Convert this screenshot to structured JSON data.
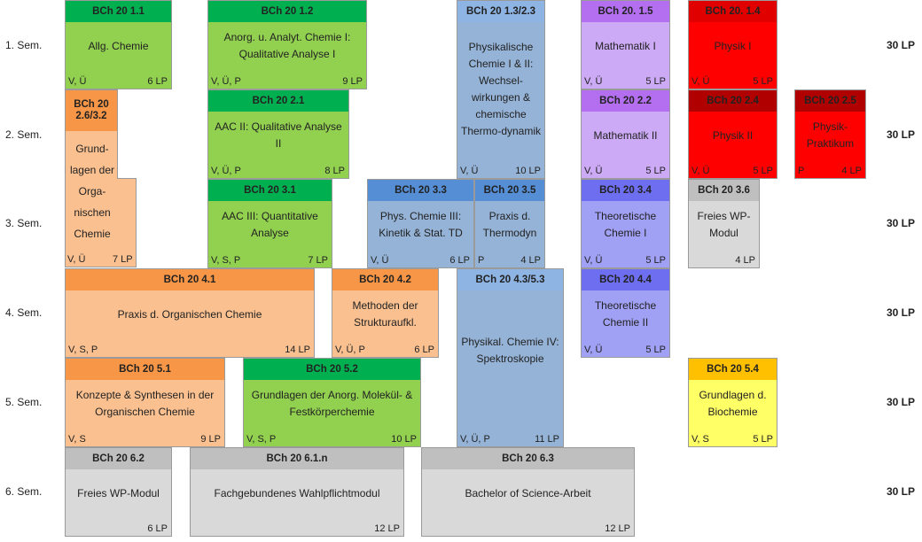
{
  "semesters": [
    {
      "label": "1. Sem.",
      "lp": "30 LP"
    },
    {
      "label": "2. Sem.",
      "lp": "30 LP"
    },
    {
      "label": "3. Sem.",
      "lp": "30 LP"
    },
    {
      "label": "4. Sem.",
      "lp": "30 LP"
    },
    {
      "label": "5. Sem.",
      "lp": "30 LP"
    },
    {
      "label": "6. Sem.",
      "lp": "30 LP"
    }
  ],
  "colors": {
    "green_header": "#00b050",
    "green_body": "#92d050",
    "blue_header": "#8db4e2",
    "blue_body": "#95b3d7",
    "blue_dark_header": "#558ed5",
    "purple_header": "#b36ff0",
    "purple_body": "#ccaaf5",
    "violet_header": "#6e6ef0",
    "violet_body": "#a0a0f5",
    "red_header": "#e00000",
    "red_body": "#ff0000",
    "darkred_header": "#b00000",
    "orange_header": "#f79646",
    "orange_body": "#fac090",
    "yellow_header": "#ffc000",
    "yellow_body": "#ffff66",
    "gray_header": "#bfbfbf",
    "gray_body": "#d9d9d9"
  },
  "modules": {
    "m11": {
      "code": "BCh 20 1.1",
      "title": "Allg. Chemie",
      "type": "V, Ü",
      "credits": "6 LP"
    },
    "m12": {
      "code": "BCh 20 1.2",
      "title": "Anorg. u. Analyt. Chemie I: Qualitative Analyse I",
      "type": "V, Ü, P",
      "credits": "9 LP"
    },
    "m13": {
      "code": "BCh 20 1.3/2.3",
      "title": "Physikalische Chemie I & II: Wechsel-wirkungen & chemische Thermo-dynamik",
      "type": "V, Ü",
      "credits": "10 LP"
    },
    "m15": {
      "code": "BCh 20. 1.5",
      "title": "Mathematik I",
      "type": "V, Ü",
      "credits": "5 LP"
    },
    "m14": {
      "code": "BCh 20. 1.4",
      "title": "Physik I",
      "type": "V, Ü",
      "credits": "5 LP"
    },
    "m26": {
      "code": "BCh 20 2.6/3.2",
      "title": "Grund-lagen der Orga-nischen Chemie",
      "type": "V, Ü",
      "credits": "7 LP"
    },
    "m21": {
      "code": "BCh 20 2.1",
      "title": "AAC II: Qualitative Analyse II",
      "type": "V, Ü, P",
      "credits": "8 LP"
    },
    "m22": {
      "code": "BCh 20 2.2",
      "title": "Mathematik II",
      "type": "V, Ü",
      "credits": "5 LP"
    },
    "m24": {
      "code": "BCh 20 2.4",
      "title": "Physik II",
      "type": "V, Ü",
      "credits": "5 LP"
    },
    "m25": {
      "code": "BCh 20 2.5",
      "title": "Physik-Praktikum",
      "type": "P",
      "credits": "4 LP"
    },
    "m31": {
      "code": "BCh 20 3.1",
      "title": "AAC III: Quantitative Analyse",
      "type": "V, S, P",
      "credits": "7 LP"
    },
    "m33": {
      "code": "BCh 20 3.3",
      "title": "Phys. Chemie III: Kinetik & Stat. TD",
      "type": "V, Ü",
      "credits": "6 LP"
    },
    "m35": {
      "code": "BCh 20 3.5",
      "title": "Praxis d. Thermodyn",
      "type": "P",
      "credits": "4 LP"
    },
    "m34": {
      "code": "BCh 20 3.4",
      "title": "Theoretische Chemie I",
      "type": "V, Ü",
      "credits": "5 LP"
    },
    "m36": {
      "code": "BCh 20 3.6",
      "title": "Freies WP-Modul",
      "type": "",
      "credits": "4 LP"
    },
    "m41": {
      "code": "BCh 20 4.1",
      "title": "Praxis d. Organischen Chemie",
      "type": "V, S, P",
      "credits": "14 LP"
    },
    "m42": {
      "code": "BCh 20 4.2",
      "title": "Methoden der Strukturaufkl.",
      "type": "V, Ü, P",
      "credits": "6 LP"
    },
    "m43": {
      "code": "BCh 20 4.3/5.3",
      "title": "Physikal. Chemie IV: Spektroskopie",
      "type": "V, Ü, P",
      "credits": "11 LP"
    },
    "m44": {
      "code": "BCh 20 4.4",
      "title": "Theoretische Chemie II",
      "type": "V, Ü",
      "credits": "5 LP"
    },
    "m51": {
      "code": "BCh 20 5.1",
      "title": "Konzepte & Synthesen in der Organischen Chemie",
      "type": "V, S",
      "credits": "9 LP"
    },
    "m52": {
      "code": "BCh 20 5.2",
      "title": "Grundlagen der Anorg. Molekül- & Festkörperchemie",
      "type": "V, S, P",
      "credits": "10 LP"
    },
    "m54": {
      "code": "BCh 20 5.4",
      "title": "Grundlagen d. Biochemie",
      "type": "V, S",
      "credits": "5 LP"
    },
    "m62": {
      "code": "BCh 20 6.2",
      "title": "Freies WP-Modul",
      "type": "",
      "credits": "6 LP"
    },
    "m61": {
      "code": "BCh 20 6.1.n",
      "title": "Fachgebundenes Wahlpflichtmodul",
      "type": "",
      "credits": "12 LP"
    },
    "m63": {
      "code": "BCh 20 6.3",
      "title": "Bachelor of Science-Arbeit",
      "type": "",
      "credits": "12 LP"
    }
  }
}
